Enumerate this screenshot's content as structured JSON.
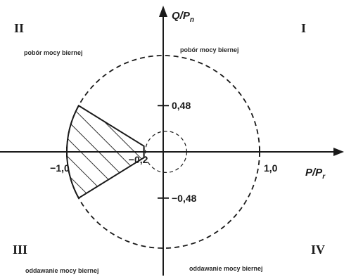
{
  "axes": {
    "x_label": "P/P",
    "x_label_sub": "r",
    "y_label": "Q/P",
    "y_label_sub": "n"
  },
  "quadrants": {
    "q1": {
      "number": "I",
      "description": "pobór mocy biernej"
    },
    "q2": {
      "number": "II",
      "description": "pobór mocy biernej"
    },
    "q3": {
      "number": "III",
      "description": "oddawanie mocy biernej"
    },
    "q4": {
      "number": "IV",
      "description": "oddawanie mocy biernej"
    }
  },
  "ticks": {
    "x_neg_one": "−1,0",
    "x_pos_one": "1,0",
    "x_neg_small": "−0,2",
    "y_pos": "0,48",
    "y_neg": "−0,48"
  },
  "region": {
    "p_min": -1.0,
    "p_max": -0.2,
    "q_min": -0.48,
    "q_max": 0.48,
    "unit_radius": 1.0,
    "small_radius": 0.2
  },
  "colors": {
    "ink": "#1a1a1a",
    "background": "#ffffff"
  }
}
